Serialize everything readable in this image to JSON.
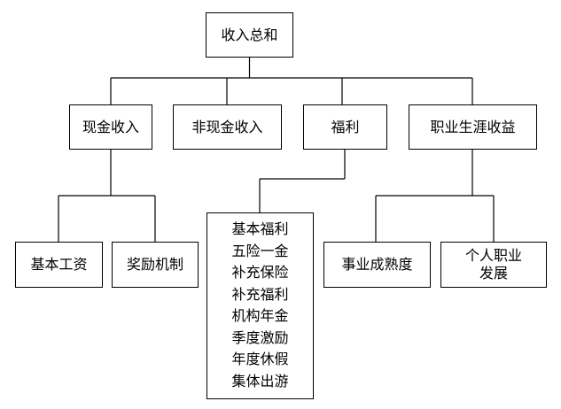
{
  "diagram": {
    "root": "收入总和",
    "level1": [
      "现金收入",
      "非现金收入",
      "福利",
      "职业生涯收益"
    ],
    "cash_children": [
      "基本工资",
      "奖励机制"
    ],
    "welfare_items": [
      "基本福利",
      "五险一金",
      "补充保险",
      "补充福利",
      "机构年金",
      "季度激励",
      "年度休假",
      "集体出游"
    ],
    "career_children": [
      "事业成熟度",
      "个人职业\n发展"
    ]
  }
}
